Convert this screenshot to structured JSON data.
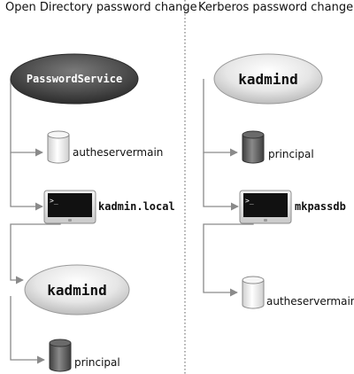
{
  "left": {
    "title": "Open Directory password change",
    "nodes": {
      "password_service": "PasswordService",
      "autheservermain": "autheservermain",
      "kadmin_local": "kadmin.local",
      "kadmind": "kadmind",
      "principal": "principal"
    }
  },
  "right": {
    "title": "Kerberos password change",
    "nodes": {
      "kadmind": "kadmind",
      "principal": "principal",
      "mkpassdb": "mkpassdb",
      "autheservermain": "autheservermain"
    }
  },
  "colors": {
    "line": "#8a8a8a",
    "divider": "#777777",
    "dark_ellipse": "#4a4a4a",
    "light_ellipse": "#e3e3e3",
    "db_dark": "#5a5a5a",
    "db_light": "#eeeeee"
  },
  "icons": {
    "terminal": "terminal-icon",
    "database": "database-icon",
    "arrow": "arrow-icon"
  }
}
